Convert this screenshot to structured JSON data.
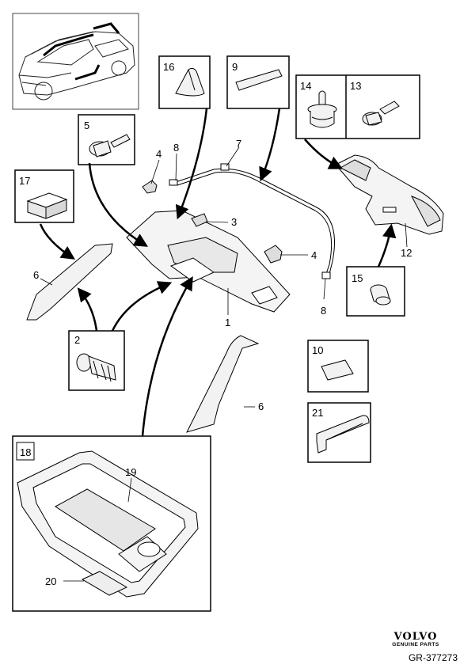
{
  "diagram": {
    "callouts": {
      "c1": "1",
      "c2": "2",
      "c3": "3",
      "c4a": "4",
      "c4b": "4",
      "c5": "5",
      "c6a": "6",
      "c6b": "6",
      "c7": "7",
      "c8a": "8",
      "c8b": "8",
      "c9": "9",
      "c10": "10",
      "c12": "12",
      "c13": "13",
      "c14": "14",
      "c15": "15",
      "c16": "16",
      "c17": "17",
      "c18": "18",
      "c19": "19",
      "c20": "20",
      "c21": "21"
    },
    "footer": {
      "brand": "VOLVO",
      "brand_sub": "GENUINE PARTS",
      "reference": "GR-377273"
    }
  }
}
